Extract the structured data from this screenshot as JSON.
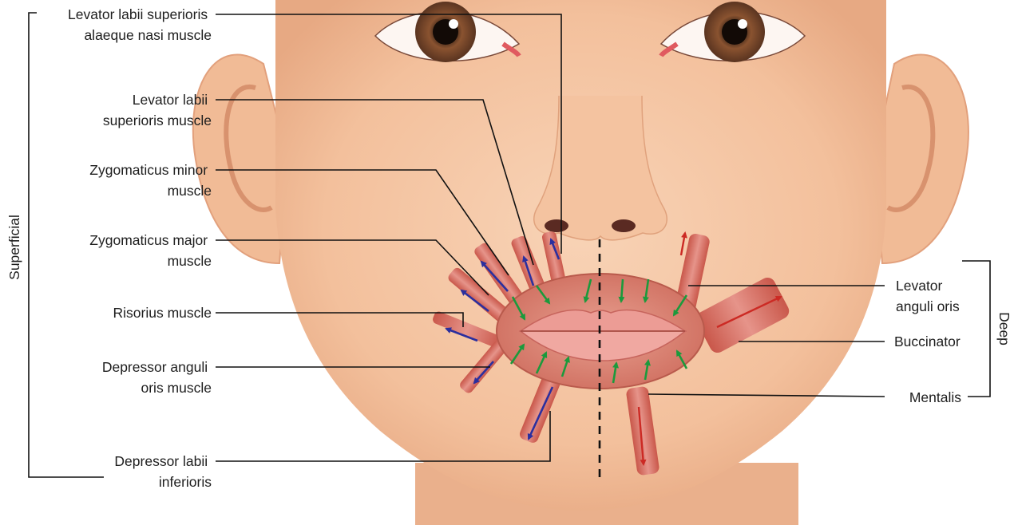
{
  "labels": {
    "levator_labii_sup_alaeque": [
      "Levator labii superioris",
      "alaeque nasi muscle"
    ],
    "levator_labii_sup": [
      "Levator labii",
      "superioris muscle"
    ],
    "zygomaticus_minor": [
      "Zygomaticus minor",
      "muscle"
    ],
    "zygomaticus_major": [
      "Zygomaticus major",
      "muscle"
    ],
    "risorius": [
      "Risorius muscle"
    ],
    "depressor_anguli": [
      "Depressor anguli",
      "oris muscle"
    ],
    "depressor_labii": [
      "Depressor labii",
      "inferioris"
    ],
    "levator_anguli": [
      "Levator",
      "anguli oris"
    ],
    "buccinator": [
      "Buccinator"
    ],
    "mentalis": [
      "Mentalis"
    ]
  },
  "groups": {
    "superficial": "Superficial",
    "deep": "Deep"
  },
  "colors": {
    "skin": "#f5c5a3",
    "skin_shadow": "#e9a985",
    "muscle": "#d9786a",
    "lip": "#e8918a",
    "arrow_blue": "#2b2f9e",
    "arrow_green": "#1b9a3c",
    "arrow_red": "#cc2a24"
  }
}
